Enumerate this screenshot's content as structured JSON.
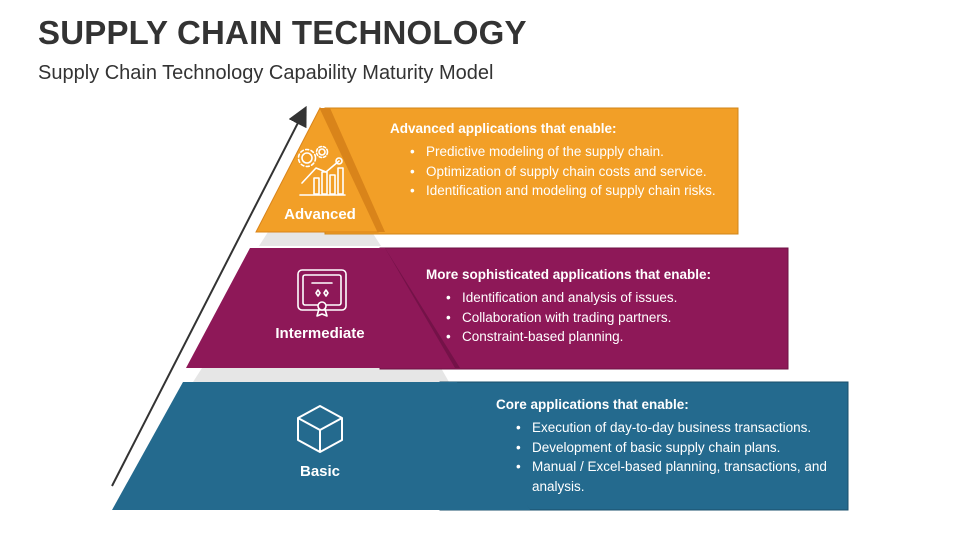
{
  "header": {
    "title": "SUPPLY CHAIN TECHNOLOGY",
    "subtitle": "Supply Chain Technology Capability Maturity Model"
  },
  "colors": {
    "advanced": "#F29F27",
    "advanced_dark": "#D9841A",
    "intermediate": "#8E1858",
    "intermediate_dark": "#741248",
    "basic": "#246A8E",
    "basic_dark": "#1D5270",
    "step": "#E6E6E6"
  },
  "levels": [
    {
      "label": "Advanced",
      "icon": "analytics-gears-icon",
      "heading": "Advanced applications that enable:",
      "bullets": [
        "Predictive modeling of the supply chain.",
        "Optimization of supply chain costs and service.",
        "Identification and modeling of supply chain risks."
      ]
    },
    {
      "label": "Intermediate",
      "icon": "certificate-icon",
      "heading": "More sophisticated applications that enable:",
      "bullets": [
        "Identification and analysis of issues.",
        "Collaboration with trading partners.",
        "Constraint-based planning."
      ]
    },
    {
      "label": "Basic",
      "icon": "cube-icon",
      "heading": "Core applications that enable:",
      "bullets": [
        "Execution of day-to-day business transactions.",
        "Development of basic supply chain plans.",
        "Manual / Excel-based planning, transactions, and analysis."
      ]
    }
  ]
}
